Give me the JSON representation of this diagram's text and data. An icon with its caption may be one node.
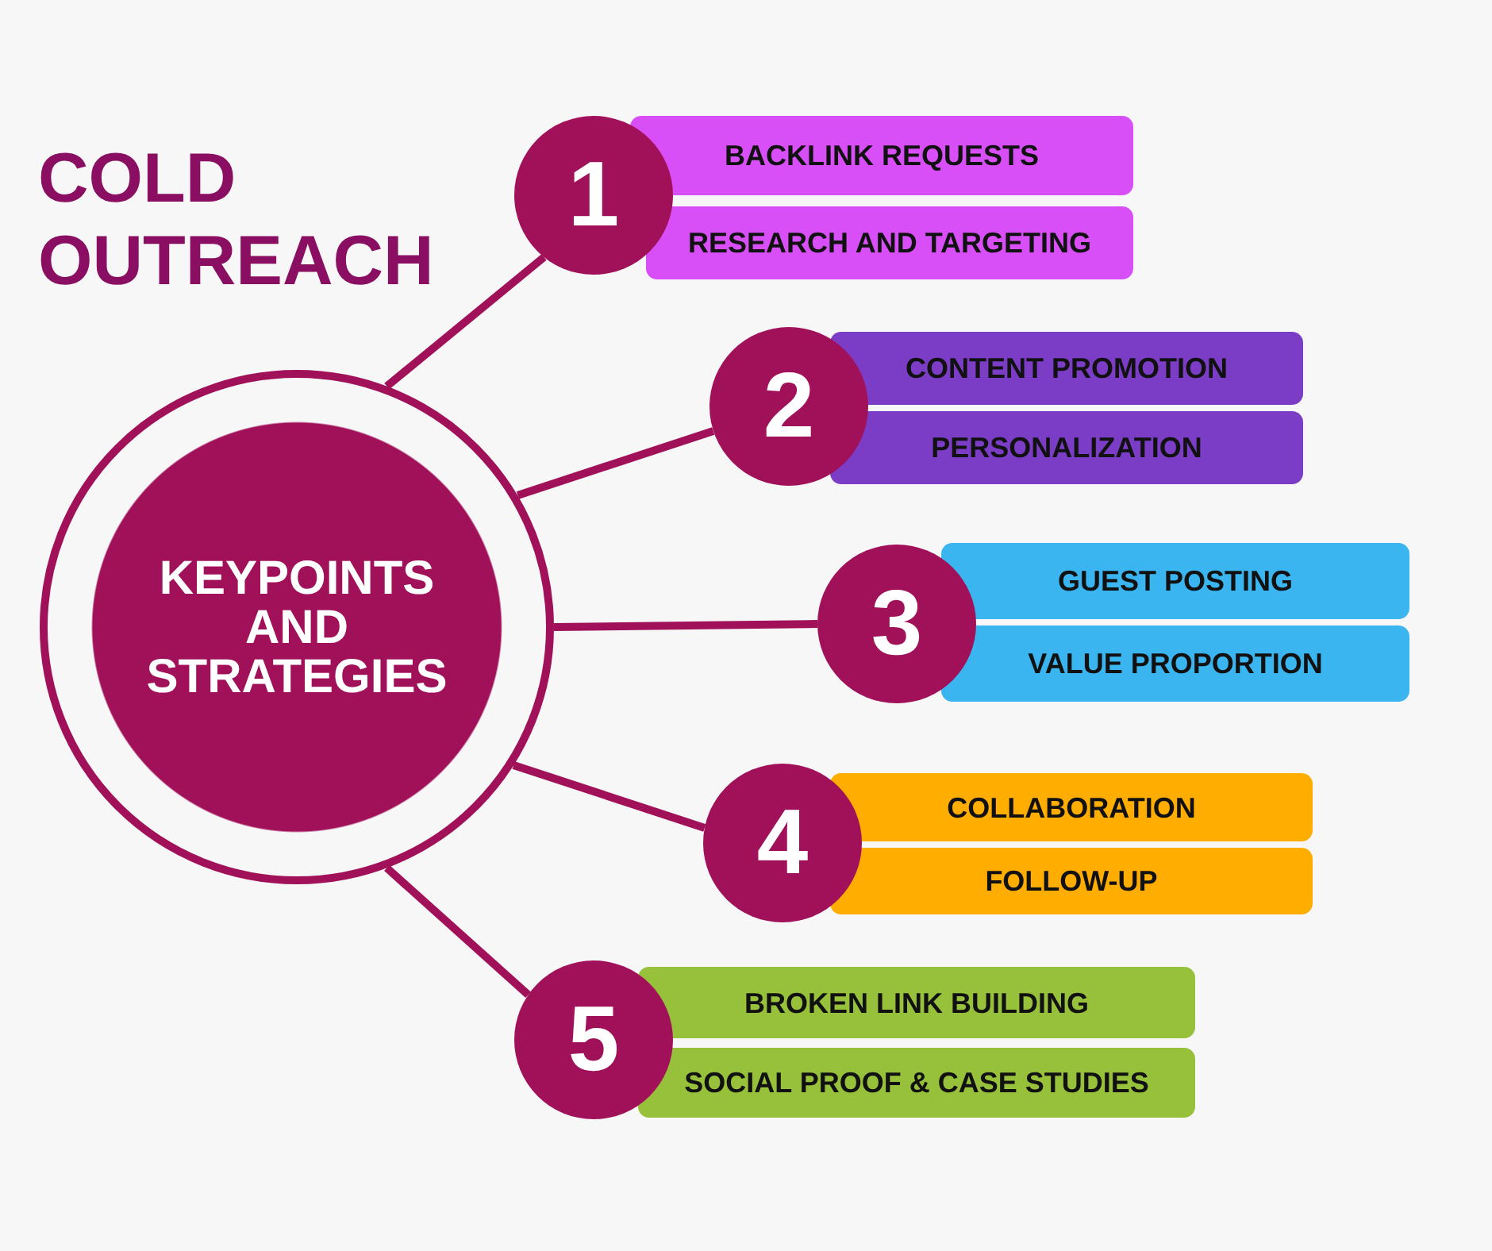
{
  "diagram": {
    "title": "COLD OUTREACH",
    "nodes": [
      {
        "text": [
          "KEYPOINTS AND STRATEGIES"
        ]
      },
      {
        "text": [
          "1"
        ]
      },
      {
        "text": [
          "BACKLINK REQUESTS"
        ]
      },
      {
        "text": [
          "RESEARCH AND TARGETING"
        ]
      },
      {
        "text": [
          "2"
        ]
      },
      {
        "text": [
          "CONTENT PROMOTION"
        ]
      },
      {
        "text": [
          "PERSONALIZATION"
        ]
      },
      {
        "text": [
          "3"
        ]
      },
      {
        "text": [
          "GUEST POSTING"
        ]
      },
      {
        "text": [
          "VALUE PROPORTION"
        ]
      },
      {
        "text": [
          "4"
        ]
      },
      {
        "text": [
          "COLLABORATION"
        ]
      },
      {
        "text": [
          "FOLLOW-UP"
        ]
      },
      {
        "text": [
          "5"
        ]
      },
      {
        "text": [
          "BROKEN LINK BUILDING"
        ]
      },
      {
        "text": [
          "SOCIAL PROOF & CASE STUDIES"
        ]
      }
    ],
    "edges": [
      {
        "from": 0,
        "to": 1,
        "arrow": "none"
      },
      {
        "from": 0,
        "to": 4,
        "arrow": "none"
      },
      {
        "from": 0,
        "to": 7,
        "arrow": "none"
      },
      {
        "from": 0,
        "to": 10,
        "arrow": "none"
      },
      {
        "from": 0,
        "to": 13,
        "arrow": "none"
      }
    ]
  }
}
